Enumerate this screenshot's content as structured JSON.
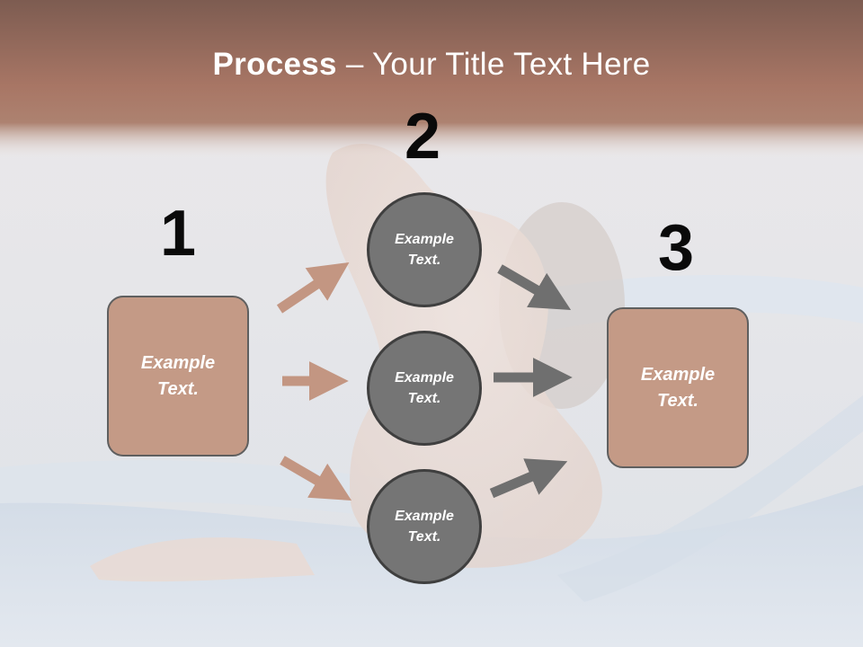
{
  "title": {
    "bold": "Process",
    "rest": " – Your Title Text Here"
  },
  "steps": [
    {
      "number": "1",
      "text_line1": "Example",
      "text_line2": "Text."
    },
    {
      "number": "2"
    },
    {
      "number": "3",
      "text_line1": "Example",
      "text_line2": "Text."
    }
  ],
  "circles": [
    {
      "line1": "Example",
      "line2": "Text."
    },
    {
      "line1": "Example",
      "line2": "Text."
    },
    {
      "line1": "Example",
      "line2": "Text."
    }
  ],
  "colors": {
    "header": "#a67462",
    "box_fill": "#c49a86",
    "box_border": "#5f5f5f",
    "circle_fill": "#757575",
    "circle_border": "#3f3f3f",
    "arrow_in": "#c39682",
    "arrow_out": "#6f6f6f"
  }
}
